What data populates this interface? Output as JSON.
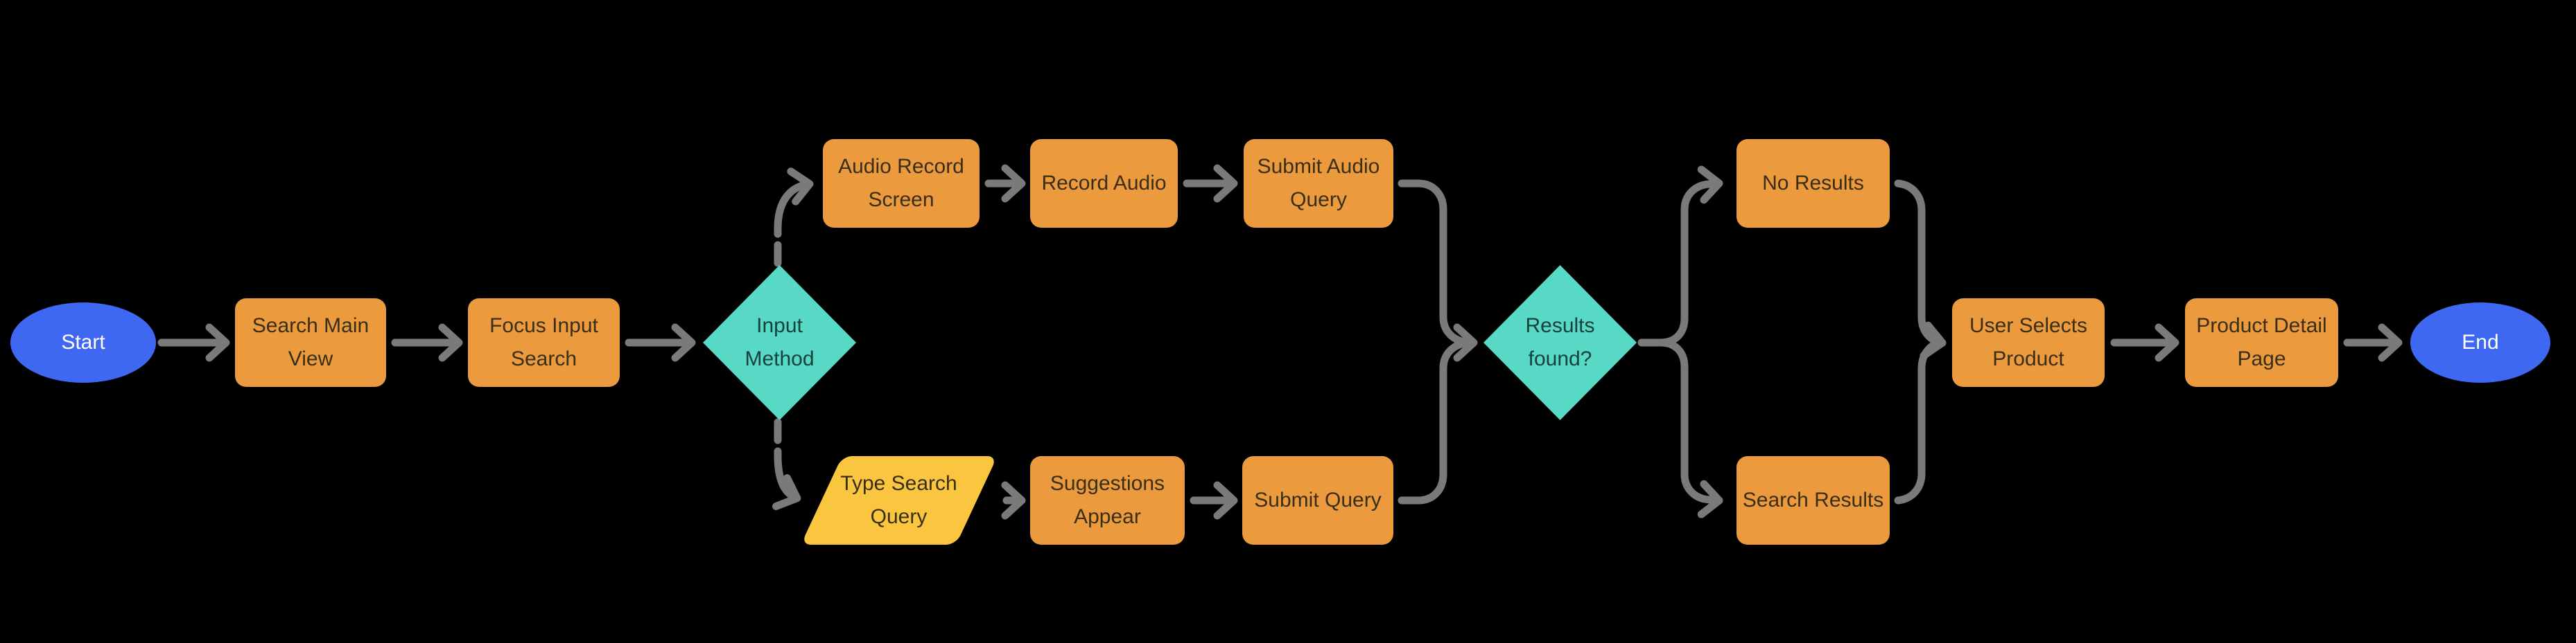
{
  "diagram": {
    "type": "flowchart",
    "background": "#000000",
    "colors": {
      "process": "#EC9A3E",
      "process_text": "#3A2E17",
      "io": "#FBC63F",
      "io_text": "#3A2E17",
      "decision": "#57D9C6",
      "decision_text": "#17413B",
      "terminal": "#3E68F2",
      "terminal_text": "#FFFFFF",
      "connector": "#7A7A7A"
    },
    "nodes": {
      "start": {
        "label": "Start",
        "type": "terminal"
      },
      "search-main-view": {
        "label": "Search Main View",
        "type": "process"
      },
      "focus-input-search": {
        "label": "Focus Input Search",
        "type": "process"
      },
      "input-method": {
        "label": "Input Method",
        "type": "decision"
      },
      "audio-record-screen": {
        "label": "Audio Record Screen",
        "type": "process"
      },
      "record-audio": {
        "label": "Record Audio",
        "type": "process"
      },
      "submit-audio-query": {
        "label": "Submit Audio Query",
        "type": "process"
      },
      "type-search-query": {
        "label": "Type Search Query",
        "type": "io"
      },
      "suggestions-appear": {
        "label": "Suggestions Appear",
        "type": "process"
      },
      "submit-query": {
        "label": "Submit Query",
        "type": "process"
      },
      "results-found": {
        "label": "Results found?",
        "type": "decision"
      },
      "no-results": {
        "label": "No Results",
        "type": "process"
      },
      "search-results": {
        "label": "Search Results",
        "type": "process"
      },
      "user-selects-product": {
        "label": "User Selects Product",
        "type": "process"
      },
      "product-detail-page": {
        "label": "Product Detail Page",
        "type": "process"
      },
      "end": {
        "label": "End",
        "type": "terminal"
      }
    },
    "edges": [
      {
        "from": "start",
        "to": "search-main-view",
        "style": "solid"
      },
      {
        "from": "search-main-view",
        "to": "focus-input-search",
        "style": "solid"
      },
      {
        "from": "focus-input-search",
        "to": "input-method",
        "style": "solid"
      },
      {
        "from": "input-method",
        "to": "audio-record-screen",
        "style": "dashed-start"
      },
      {
        "from": "input-method",
        "to": "type-search-query",
        "style": "dashed-start"
      },
      {
        "from": "audio-record-screen",
        "to": "record-audio",
        "style": "solid"
      },
      {
        "from": "record-audio",
        "to": "submit-audio-query",
        "style": "solid"
      },
      {
        "from": "submit-audio-query",
        "to": "results-found",
        "style": "solid"
      },
      {
        "from": "type-search-query",
        "to": "suggestions-appear",
        "style": "solid"
      },
      {
        "from": "suggestions-appear",
        "to": "submit-query",
        "style": "solid"
      },
      {
        "from": "submit-query",
        "to": "results-found",
        "style": "solid"
      },
      {
        "from": "results-found",
        "to": "no-results",
        "style": "solid"
      },
      {
        "from": "results-found",
        "to": "search-results",
        "style": "solid"
      },
      {
        "from": "no-results",
        "to": "user-selects-product",
        "style": "solid"
      },
      {
        "from": "search-results",
        "to": "user-selects-product",
        "style": "solid"
      },
      {
        "from": "user-selects-product",
        "to": "product-detail-page",
        "style": "solid"
      },
      {
        "from": "product-detail-page",
        "to": "end",
        "style": "solid"
      }
    ]
  }
}
